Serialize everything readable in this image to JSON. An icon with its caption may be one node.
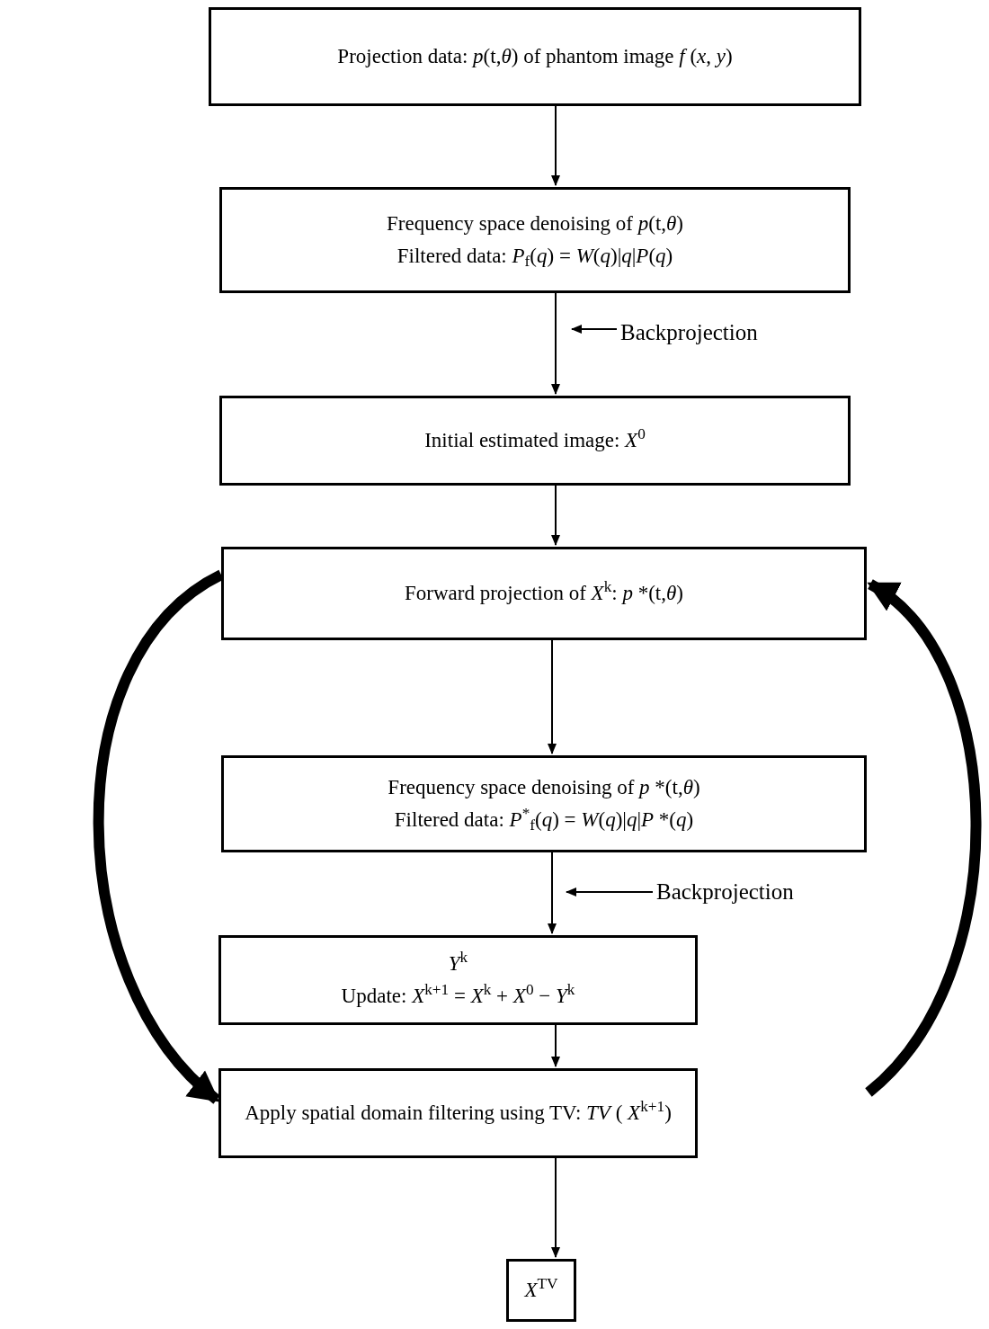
{
  "diagram": {
    "nodes": [
      {
        "text": [
          "Projection data:  *p*(t,*θ*)  of  phantom image  *f* (*x*, *y*)"
        ]
      },
      {
        "text": [
          "Frequency space denoising of  *p*(t,*θ*)",
          "Filtered data:  *P*$_{f}$(*q*) = *W*(*q*)|*q*|*P*(*q*)"
        ]
      },
      {
        "text": [
          "Initial estimated image:  *X*$^{0}$"
        ]
      },
      {
        "text": [
          "Forward projection of  *X*$^{k}$:  *p* *(t,*θ*)"
        ]
      },
      {
        "text": [
          "Frequency space denoising of  *p* *(t,*θ*)",
          "Filtered data:  *P*$^{*}$$_{f}$(*q*) = *W*(*q*)|*q*|*P* *(*q*)"
        ]
      },
      {
        "text": [
          "*Y*$^{k}$",
          "Update:  *X*$^{k+1}$ = *X*$^{k}$ + *X*$^{0}$ − *Y*$^{k}$"
        ]
      },
      {
        "text": [
          "Apply spatial domain filtering using TV:  *TV* ( *X*$^{k+1}$)"
        ]
      },
      {
        "text": [
          "*X*$^{TV}$"
        ]
      },
      {
        "text": [
          "Backprojection"
        ]
      },
      {
        "text": [
          "Backprojection"
        ]
      }
    ],
    "edges": [
      {
        "from": 0,
        "to": 1,
        "arrow": "to"
      },
      {
        "from": 1,
        "to": 2,
        "arrow": "to"
      },
      {
        "from": 2,
        "to": 3,
        "arrow": "to"
      },
      {
        "from": 3,
        "to": 4,
        "arrow": "to"
      },
      {
        "from": 4,
        "to": 5,
        "arrow": "to"
      },
      {
        "from": 5,
        "to": 6,
        "arrow": "to"
      },
      {
        "from": 6,
        "to": 7,
        "arrow": "to"
      },
      {
        "from": 8,
        "to": null,
        "arrow": "to"
      },
      {
        "from": 9,
        "to": null,
        "arrow": "to"
      },
      {
        "from": 3,
        "to": 6,
        "arrow": "to",
        "style": "thick"
      },
      {
        "from": null,
        "to": 3,
        "arrow": "to",
        "style": "thick"
      }
    ]
  }
}
